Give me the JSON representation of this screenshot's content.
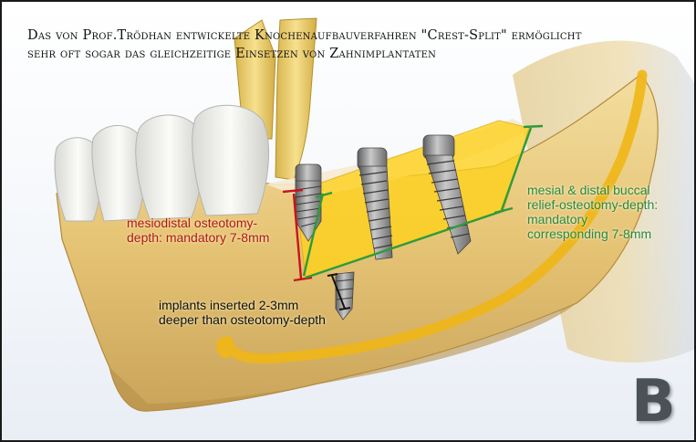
{
  "caption": {
    "line1": "Das von Prof.Trödhan entwickelte Knochenaufbauverfahren \"Crest-Split\" ermöglicht",
    "line2": "sehr oft sogar das gleichzeitige Einsetzen von Zahnimplantaten"
  },
  "annotations": {
    "red": {
      "line1": "mesiodistal osteotomy-",
      "line2": "depth: mandatory 7-8mm",
      "color": "#b01818"
    },
    "green": {
      "line1": "mesial & distal buccal",
      "line2": "relief-osteotomy-depth:",
      "line3": "mandatory",
      "line4": "corresponding 7-8mm",
      "color": "#2a8a3a"
    },
    "black": {
      "line1": "implants inserted 2-3mm",
      "line2": "deeper than osteotomy-depth",
      "color": "#111111"
    }
  },
  "panel_letter": "B",
  "colors": {
    "bone": "#e8c878",
    "nerve_canal": "#f2b81e",
    "osteotomy": "#ffd21a",
    "implant": "#8c8c8c",
    "teeth": "#f2f2ee"
  }
}
